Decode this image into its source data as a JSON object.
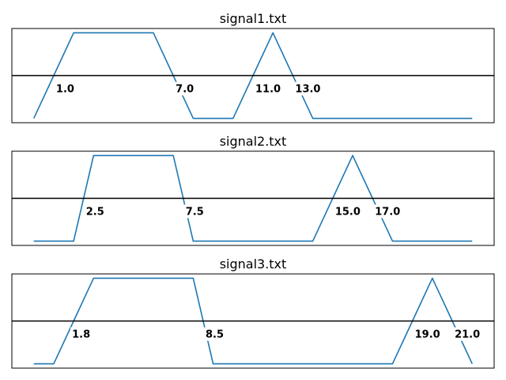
{
  "chart_data": [
    {
      "type": "line",
      "title": "signal1.txt",
      "x": [
        0,
        1,
        2,
        3,
        4,
        5,
        6,
        7,
        8,
        9,
        10,
        11,
        12,
        13,
        14,
        15,
        16,
        17,
        18,
        19,
        20,
        21,
        22
      ],
      "series": [
        {
          "values": [
            0,
            0.5,
            1,
            1,
            1,
            1,
            1,
            0.5,
            0,
            0,
            0,
            0.5,
            1,
            0.5,
            0,
            0,
            0,
            0,
            0,
            0,
            0,
            0,
            0
          ],
          "color": "#1f77b4"
        }
      ],
      "threshold": 0.5,
      "crossings": [
        {
          "x": 1.0,
          "label": "1.0"
        },
        {
          "x": 7.0,
          "label": "7.0"
        },
        {
          "x": 11.0,
          "label": "11.0"
        },
        {
          "x": 13.0,
          "label": "13.0"
        }
      ],
      "xlim": [
        -1.1,
        23.1
      ],
      "ylim": [
        -0.05,
        1.05
      ],
      "grid": false,
      "axis_ticks": false
    },
    {
      "type": "line",
      "title": "signal2.txt",
      "x": [
        0,
        1,
        2,
        3,
        4,
        5,
        6,
        7,
        8,
        9,
        10,
        11,
        12,
        13,
        14,
        15,
        16,
        17,
        18,
        19,
        20,
        21,
        22
      ],
      "series": [
        {
          "values": [
            0,
            0,
            0,
            1,
            1,
            1,
            1,
            1,
            0,
            0,
            0,
            0,
            0,
            0,
            0,
            0.5,
            1,
            0.5,
            0,
            0,
            0,
            0,
            0
          ],
          "color": "#1f77b4"
        }
      ],
      "threshold": 0.5,
      "crossings": [
        {
          "x": 2.5,
          "label": "2.5"
        },
        {
          "x": 7.5,
          "label": "7.5"
        },
        {
          "x": 15.0,
          "label": "15.0"
        },
        {
          "x": 17.0,
          "label": "17.0"
        }
      ],
      "xlim": [
        -1.1,
        23.1
      ],
      "ylim": [
        -0.05,
        1.05
      ],
      "grid": false,
      "axis_ticks": false
    },
    {
      "type": "line",
      "title": "signal3.txt",
      "x": [
        0,
        1,
        2,
        3,
        4,
        5,
        6,
        7,
        8,
        9,
        10,
        11,
        12,
        13,
        14,
        15,
        16,
        17,
        18,
        19,
        20,
        21,
        22
      ],
      "series": [
        {
          "values": [
            0,
            0,
            0.5,
            1,
            1,
            1,
            1,
            1,
            1,
            0,
            0,
            0,
            0,
            0,
            0,
            0,
            0,
            0,
            0,
            0.5,
            1,
            0.5,
            0
          ],
          "color": "#1f77b4"
        }
      ],
      "threshold": 0.5,
      "crossings": [
        {
          "x": 1.8,
          "label": "1.8"
        },
        {
          "x": 8.5,
          "label": "8.5"
        },
        {
          "x": 19.0,
          "label": "19.0"
        },
        {
          "x": 21.0,
          "label": "21.0"
        }
      ],
      "xlim": [
        -1.1,
        23.1
      ],
      "ylim": [
        -0.05,
        1.05
      ],
      "grid": false,
      "axis_ticks": false
    }
  ]
}
